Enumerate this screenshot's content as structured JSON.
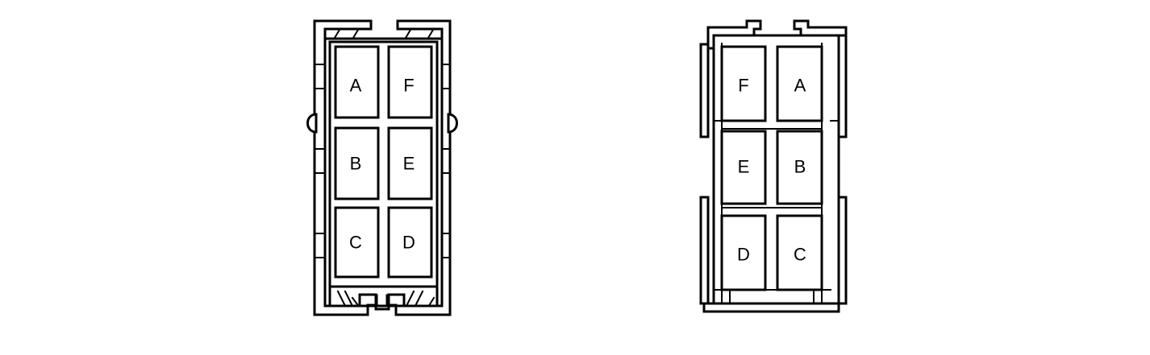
{
  "connector_left": {
    "pins": [
      "A",
      "F",
      "B",
      "E",
      "C",
      "D"
    ]
  },
  "connector_right": {
    "pins": [
      "F",
      "A",
      "E",
      "B",
      "D",
      "C"
    ]
  },
  "colors": {
    "line": "#000000",
    "background": "#ffffff"
  }
}
